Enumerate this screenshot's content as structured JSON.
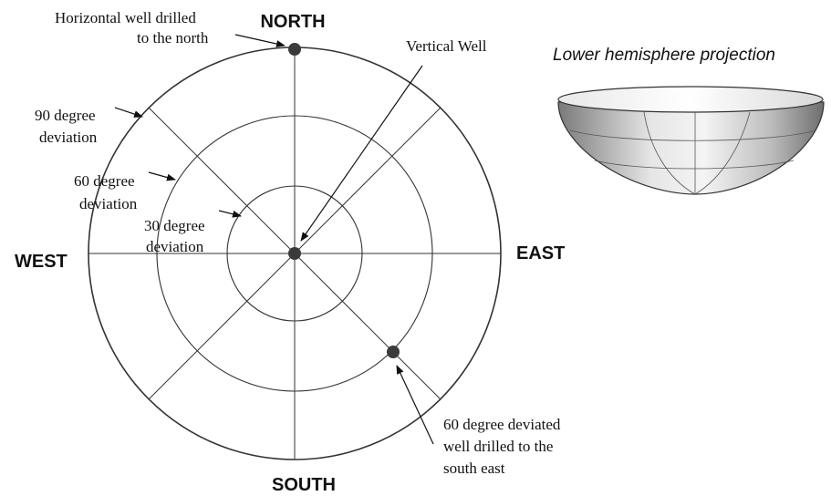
{
  "compass": {
    "north": "NORTH",
    "south": "SOUTH",
    "east": "EAST",
    "west": "WEST"
  },
  "labels": {
    "horizontal_well_line1": "Horizontal well drilled",
    "horizontal_well_line2": "to the north",
    "vertical_well": "Vertical Well",
    "deviation_90_line1": "90 degree",
    "deviation_90_line2": "deviation",
    "deviation_60_line1": "60 degree",
    "deviation_60_line2": "deviation",
    "deviation_30_line1": "30 degree",
    "deviation_30_line2": "deviation",
    "deviated_well_line1": "60 degree deviated",
    "deviated_well_line2": "well drilled to the",
    "deviated_well_line3": "south east"
  },
  "projection_title": "Lower hemisphere projection",
  "colors": {
    "line": "#333333",
    "dot": "#3a3a3a",
    "text": "#111111"
  }
}
